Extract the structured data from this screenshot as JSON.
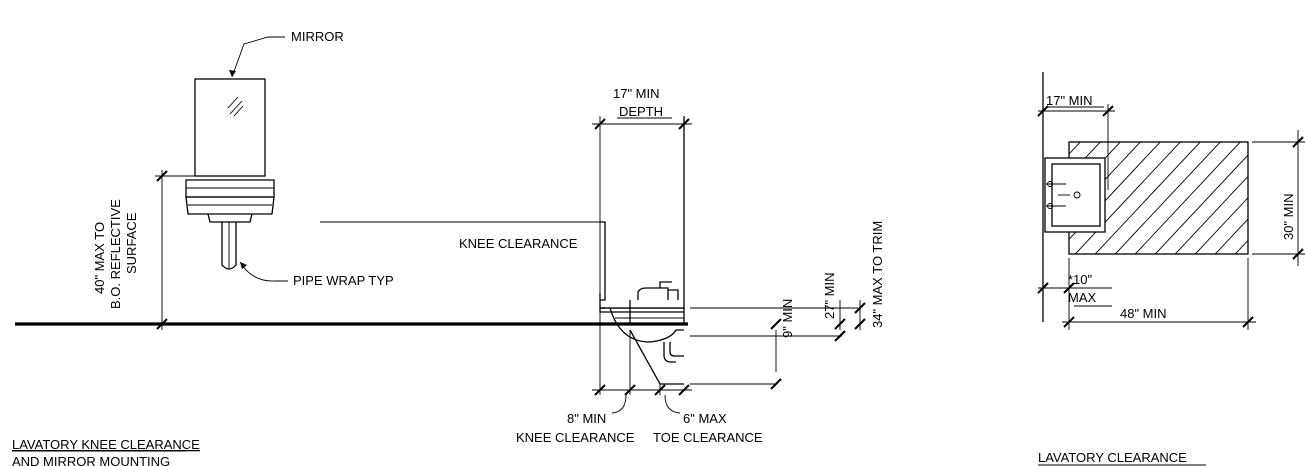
{
  "elevation": {
    "mirror_label": "MIRROR",
    "pipe_wrap_label": "PIPE WRAP TYP",
    "mirror_height_line1": "40\" MAX TO",
    "mirror_height_line2": "B.O. REFLECTIVE",
    "mirror_height_line3": "SURFACE",
    "title_line1": "LAVATORY KNEE CLEARANCE",
    "title_line2": "AND MIRROR MOUNTING"
  },
  "section": {
    "depth_line1": "17\" MIN",
    "depth_line2": "DEPTH",
    "knee_clearance_label": "KNEE CLEARANCE",
    "knee_9": "9\" MIN",
    "knee_27": "27\" MIN",
    "trim_34": "34\" MAX TO TRIM",
    "knee_depth_line1": "8\" MIN",
    "knee_depth_line2": "KNEE CLEARANCE",
    "toe_line1": "6\" MAX",
    "toe_line2": "TOE CLEARANCE"
  },
  "plan": {
    "depth_17": "17\" MIN",
    "width_30": "30\" MIN",
    "offset_10_line1": "*10\"",
    "offset_10_line2": "MAX",
    "length_48": "48\" MIN",
    "title": "LAVATORY CLEARANCE"
  }
}
